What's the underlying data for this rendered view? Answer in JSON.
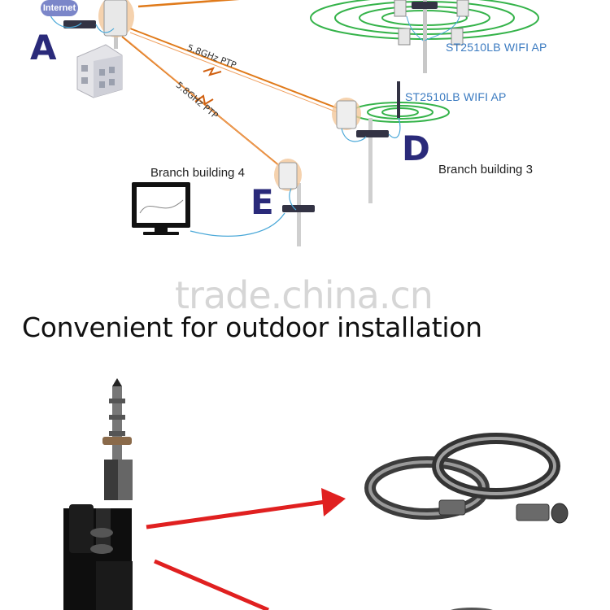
{
  "diagram": {
    "internet_label": "Internet",
    "node_a": "A",
    "node_d": "D",
    "node_e": "E",
    "ptp_label_1": "5.8GHz PTP",
    "ptp_label_2": "5.8GHz PTP",
    "wifi_ap_label_top": "ST2510LB WIFI AP",
    "wifi_ap_label_mid": "ST2510LB WIFI AP",
    "branch_building_3": "Branch building 3",
    "branch_building_4": "Branch building 4"
  },
  "watermark": "trade.china.cn",
  "headline": "Convenient for outdoor  installation",
  "colors": {
    "letter": "#2a2a7a",
    "wifi_ring": "#35b34a",
    "ptp_beam": "#e07a1a",
    "cable": "#4aa8d8",
    "arrow": "#e02020",
    "label_blue": "#3a7ac0"
  }
}
